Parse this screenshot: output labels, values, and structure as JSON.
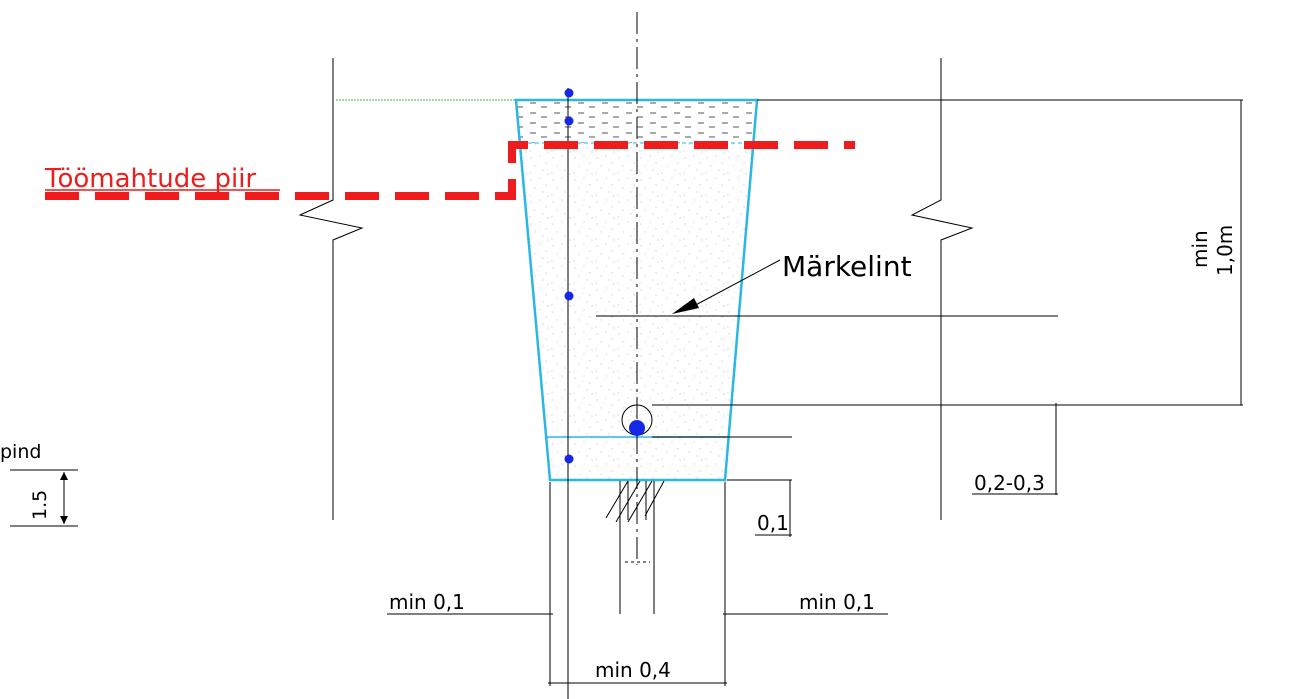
{
  "labels": {
    "work_boundary": "Töömahtude piir",
    "marker_tape": "Märkelint",
    "depth_min": "min",
    "depth_value": "1,0m",
    "cover_height": "0,2-0,3",
    "bedding": "0,1",
    "left_margin": "min 0,1",
    "right_margin": "min 0,1",
    "trench_bottom_width": "min 0,4",
    "surface_partial": "pind",
    "small_dimension": "1.5"
  },
  "colors": {
    "trench_outline": "#2ab7e6",
    "work_boundary": "#ee1c1c",
    "ground_line": "#3dbb3d",
    "points": "#1428e6",
    "lines": "#000000"
  }
}
